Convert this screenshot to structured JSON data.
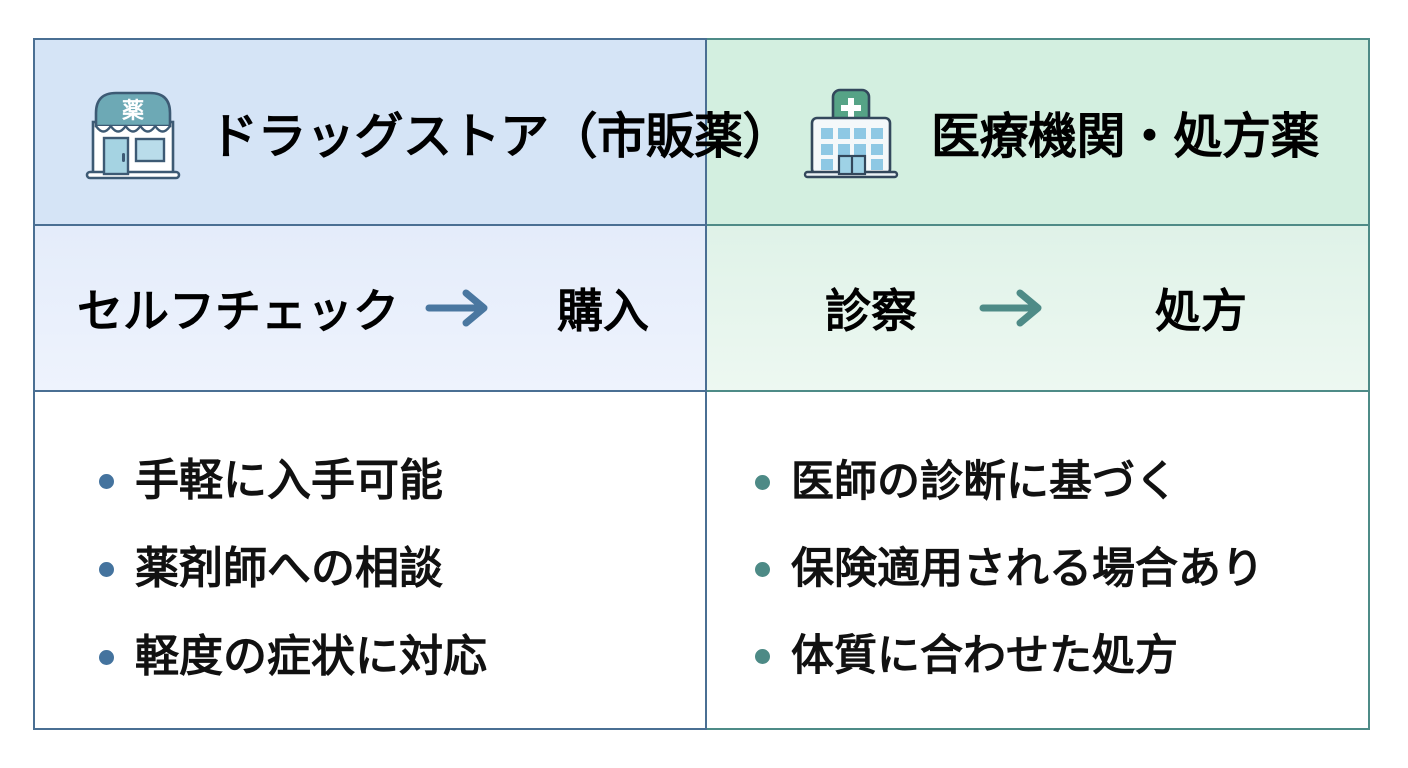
{
  "table": {
    "columns": [
      {
        "id": "otc",
        "header": {
          "icon": "drugstore-icon",
          "icon_label": "薬",
          "title": "ドラッグストア（市販薬）",
          "bg_color": "#d5e4f6",
          "border_color": "#4a6f93"
        },
        "flow": {
          "step1": "セルフチェック",
          "arrow": "→",
          "step2": "購入",
          "arrow_color": "#4a6f93",
          "bg_color": "#e8eefb"
        },
        "bullets": [
          "手軽に入手可能",
          "薬剤師への相談",
          "軽度の症状に対応"
        ],
        "bullet_color": "#44739e"
      },
      {
        "id": "prescription",
        "header": {
          "icon": "hospital-icon",
          "icon_label": "+",
          "title": "医療機関・処方薬",
          "bg_color": "#d3efe0",
          "border_color": "#4e8b87"
        },
        "flow": {
          "step1": "診察",
          "arrow": "→",
          "step2": "処方",
          "arrow_color": "#4e8b87",
          "bg_color": "#e5f5ec"
        },
        "bullets": [
          "医師の診断に基づく",
          "保険適用される場合あり",
          "体質に合わせた処方"
        ],
        "bullet_color": "#4d8a86"
      }
    ]
  }
}
